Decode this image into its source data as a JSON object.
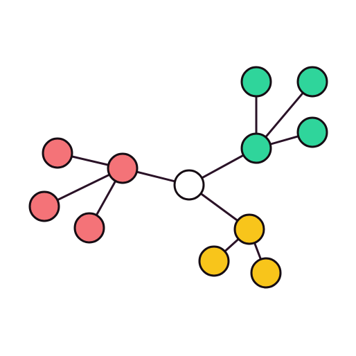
{
  "graph": {
    "colors": {
      "center": "#ffffff",
      "red": "#f47378",
      "green": "#2fd59b",
      "yellow": "#f8c51b",
      "outline": "#160d14",
      "edge": "#2a1227"
    },
    "nodes": [
      {
        "id": "center",
        "group": "center"
      },
      {
        "id": "red-hub",
        "group": "red"
      },
      {
        "id": "red-leaf-1",
        "group": "red"
      },
      {
        "id": "red-leaf-2",
        "group": "red"
      },
      {
        "id": "red-leaf-3",
        "group": "red"
      },
      {
        "id": "green-hub",
        "group": "green"
      },
      {
        "id": "green-leaf-1",
        "group": "green"
      },
      {
        "id": "green-leaf-2",
        "group": "green"
      },
      {
        "id": "green-leaf-3",
        "group": "green"
      },
      {
        "id": "yellow-hub",
        "group": "yellow"
      },
      {
        "id": "yellow-leaf-1",
        "group": "yellow"
      },
      {
        "id": "yellow-leaf-2",
        "group": "yellow"
      }
    ],
    "edges": [
      {
        "from": "center",
        "to": "red-hub"
      },
      {
        "from": "center",
        "to": "green-hub"
      },
      {
        "from": "center",
        "to": "yellow-hub"
      },
      {
        "from": "red-hub",
        "to": "red-leaf-1"
      },
      {
        "from": "red-hub",
        "to": "red-leaf-2"
      },
      {
        "from": "red-hub",
        "to": "red-leaf-3"
      },
      {
        "from": "green-hub",
        "to": "green-leaf-1"
      },
      {
        "from": "green-hub",
        "to": "green-leaf-2"
      },
      {
        "from": "green-hub",
        "to": "green-leaf-3"
      },
      {
        "from": "yellow-hub",
        "to": "yellow-leaf-1"
      },
      {
        "from": "yellow-hub",
        "to": "yellow-leaf-2"
      }
    ]
  }
}
